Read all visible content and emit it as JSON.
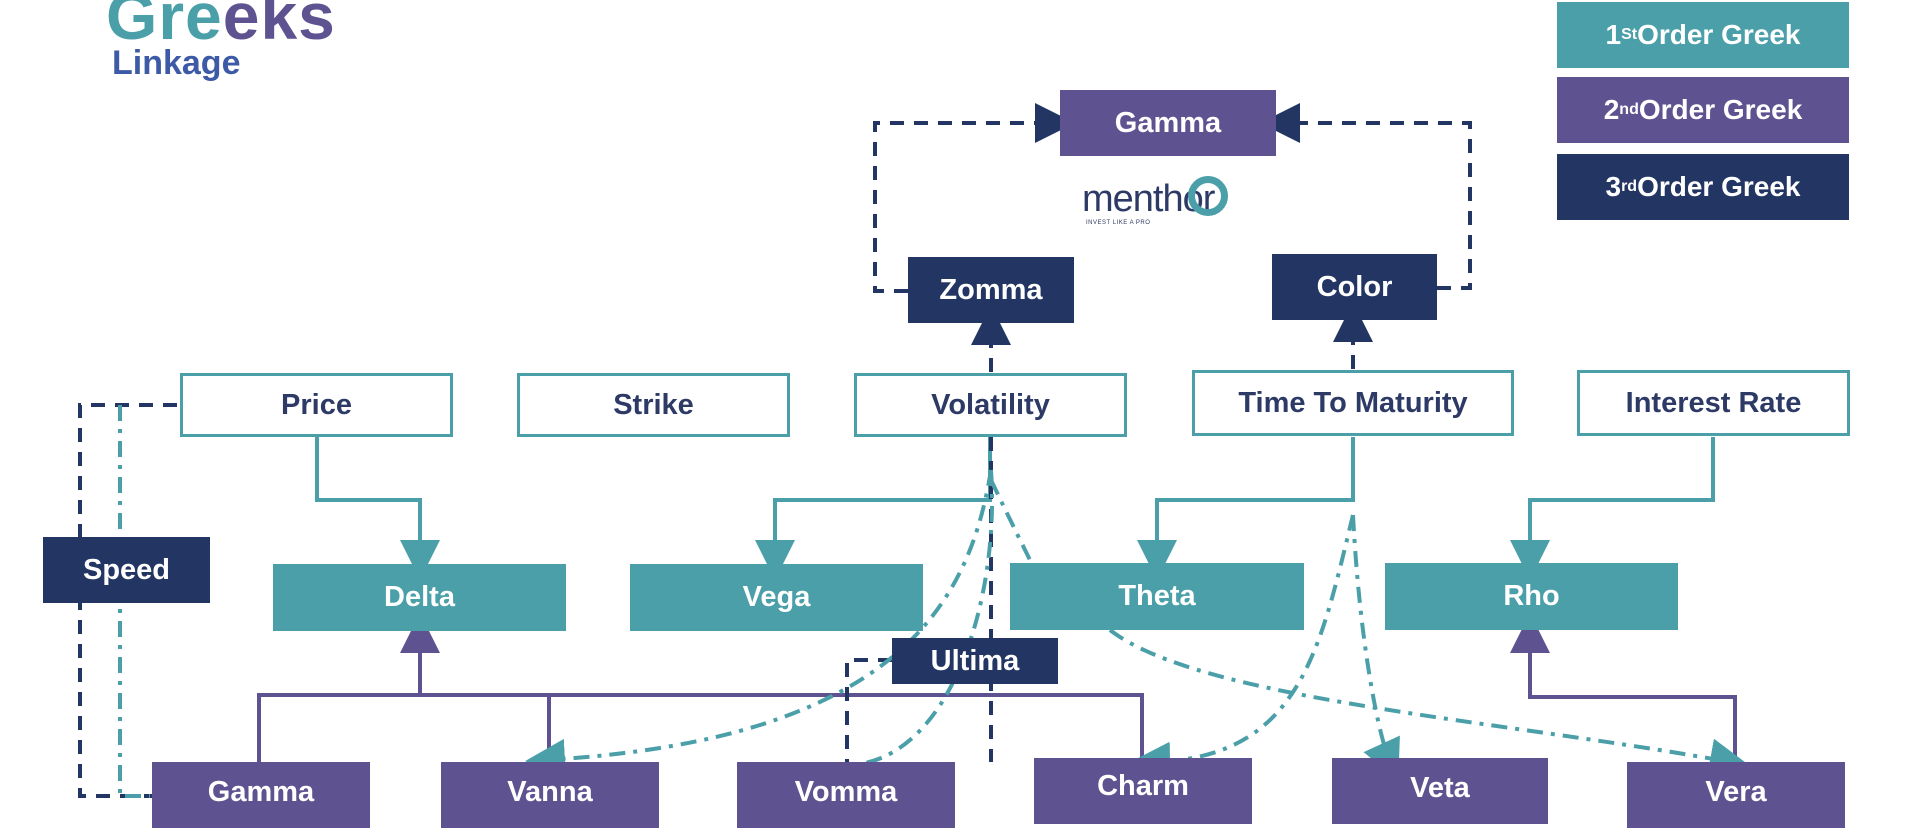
{
  "title": {
    "part1": "Gre",
    "part2": "eks",
    "subtitle": "Linkage"
  },
  "brand": {
    "name": "menthor",
    "tagline": "INVEST LIKE A PRO"
  },
  "legend": {
    "first": {
      "base": "1",
      "sup": "St",
      "rest": " Order Greek"
    },
    "second": {
      "base": "2",
      "sup": "nd",
      "rest": " Order Greek"
    },
    "third": {
      "base": "3",
      "sup": "rd",
      "rest": " Order Greek"
    }
  },
  "inputs": [
    "Price",
    "Strike",
    "Volatility",
    "Time To Maturity",
    "Interest Rate"
  ],
  "first_order": [
    "Delta",
    "Vega",
    "Theta",
    "Rho"
  ],
  "second_order": [
    "Gamma",
    "Vanna",
    "Vomma",
    "Charm",
    "Veta",
    "Vera"
  ],
  "third_order": [
    "Speed",
    "Zomma",
    "Color",
    "Ultima"
  ],
  "top_node": "Gamma",
  "colors": {
    "input_border": "#4a9fa9",
    "first": "#4a9fa9",
    "second": "#5e5390",
    "third": "#233663",
    "connector_dark": "#233663",
    "connector_teal": "#4a9fa9"
  }
}
